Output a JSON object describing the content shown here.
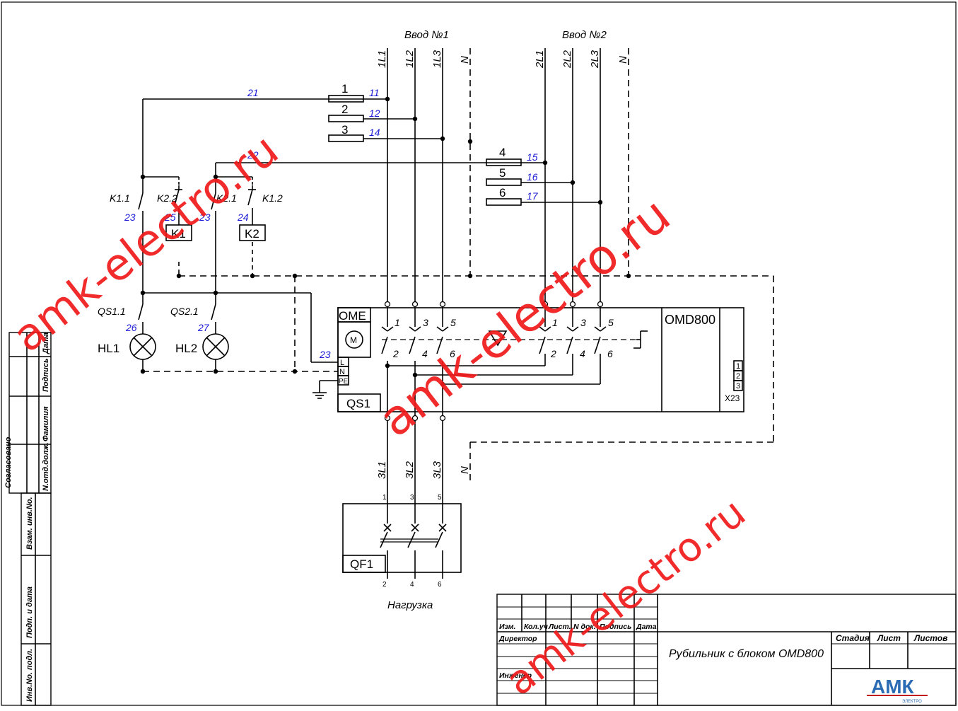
{
  "inputs": {
    "in1": "Ввод №1",
    "in2": "Ввод №2"
  },
  "phases": {
    "in1": [
      "1L1",
      "1L2",
      "1L3",
      "N"
    ],
    "in2": [
      "2L1",
      "2L2",
      "2L3",
      "N"
    ],
    "out": [
      "3L1",
      "3L2",
      "3L3",
      "N"
    ]
  },
  "fuses": [
    "1",
    "2",
    "3",
    "4",
    "5",
    "6"
  ],
  "wires": {
    "w11": "11",
    "w12": "12",
    "w14": "14",
    "w15": "15",
    "w16": "16",
    "w17": "17",
    "w21": "21",
    "w22": "22",
    "w23a": "23",
    "w25": "25",
    "w23b": "23",
    "w24": "24",
    "w26": "26",
    "w27": "27",
    "w23c": "23"
  },
  "contacts": {
    "k11": "K1.1",
    "k22": "K2.2",
    "k21": "K2.1",
    "k12": "K1.2",
    "qs11": "QS1.1",
    "qs21": "QS2.1"
  },
  "relays": {
    "k1": "K1",
    "k2": "K2"
  },
  "lamps": {
    "hl1": "HL1",
    "hl2": "HL2"
  },
  "switch": {
    "ome": "OME",
    "motor": "M",
    "model": "OMD800",
    "designator": "QS1",
    "terms_top": [
      "1",
      "3",
      "5"
    ],
    "terms_bottom": [
      "2",
      "4",
      "6"
    ],
    "pwr": [
      "L",
      "N",
      "PE"
    ],
    "x23_pins": [
      "1",
      "2",
      "3"
    ],
    "x23": "X23"
  },
  "breaker": {
    "designator": "QF1",
    "top": [
      "1",
      "3",
      "5"
    ],
    "bottom": [
      "2",
      "4",
      "6"
    ]
  },
  "load": "Нагрузка",
  "sidebar": {
    "agreed": "Согласовано",
    "cols": [
      "Дата",
      "Подпись",
      "Фамилия",
      "N.отд.долж."
    ],
    "rows": [
      "Взам. инв.No.",
      "Подп. и дата",
      "Инв.No. подл."
    ]
  },
  "titleblock": {
    "headers": [
      "Изм.",
      "Кол.уч",
      "Лист.",
      "N док.",
      "Подпись",
      "Дата"
    ],
    "director": "Директор",
    "engineer": "Инженер",
    "title": "Рубильник с блоком OMD800",
    "stage": "Стадия",
    "sheet": "Лист",
    "sheets": "Листов",
    "logo": "АМК",
    "logo_sub": "ЭЛЕКТРО"
  },
  "watermark": "amk-electro.ru",
  "colors": {
    "line": "#000000",
    "wire_num": "#1a1ad6",
    "watermark": "#f01a1a",
    "logo": "#2b6bb3"
  }
}
